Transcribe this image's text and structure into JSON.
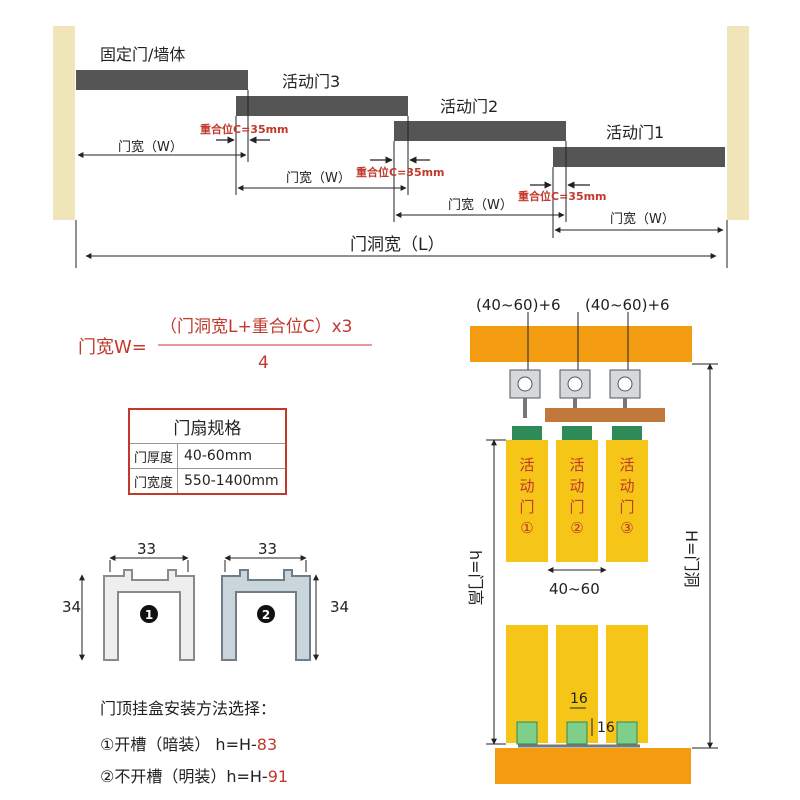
{
  "top_diagram": {
    "fixed_label": "固定门/墙体",
    "door3": "活动门3",
    "door2": "活动门2",
    "door1": "活动门1",
    "overlap": "重合位C=35mm",
    "width_w": "门宽（W）",
    "opening_l": "门洞宽（L）"
  },
  "formula": {
    "lhs": "门宽W=",
    "numerator": "（门洞宽L+重合位C）x3",
    "denominator": "4"
  },
  "spec_table": {
    "title": "门扇规格",
    "rows": [
      {
        "label": "门厚度",
        "value": "40-60mm"
      },
      {
        "label": "门宽度",
        "value": "550-1400mm"
      }
    ]
  },
  "profiles": {
    "top_dim": "33",
    "side_dim": "34",
    "p1": "❶",
    "p2": "❷"
  },
  "install": {
    "title": "门顶挂盒安装方法选择：",
    "opt1_text": "①开槽（暗装）  h=H-",
    "opt1_num": "83",
    "opt2_text": "②不开槽（明装）h=H-",
    "opt2_num": "91"
  },
  "section": {
    "gap_label": "(40~60)+6",
    "door_labels": [
      "活动门①",
      "活动门②",
      "活动门③"
    ],
    "thickness": "40~60",
    "h_door": "h=门高",
    "h_opening": "H=门洞",
    "bottom_dim": "16"
  },
  "colors": {
    "accent_red": "#c0392b",
    "door_yellow": "#f5c518",
    "track_orange": "#f39c12",
    "wall": "#efe5b8",
    "panel_gray": "#555555"
  }
}
